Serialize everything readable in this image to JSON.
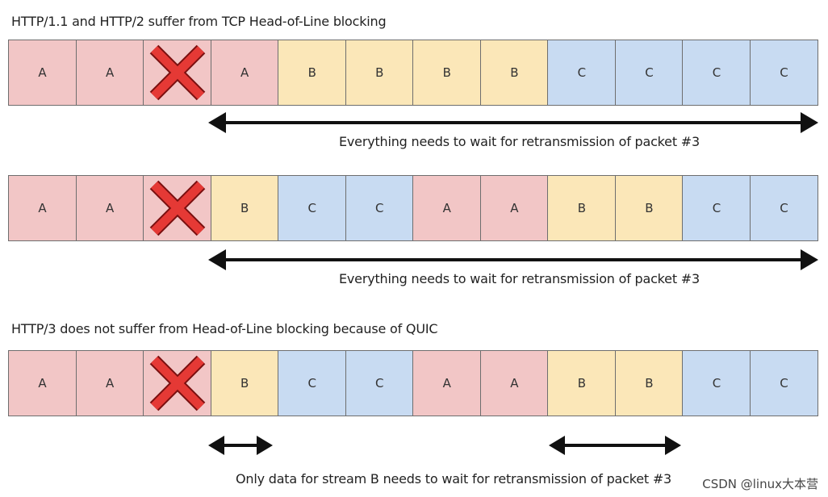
{
  "colors": {
    "A": "#f2c6c6",
    "B": "#fbe7b8",
    "C": "#c8dbf2",
    "lost": "#e53935",
    "arrow": "#111111"
  },
  "sections": [
    {
      "heading": "HTTP/1.1 and HTTP/2 suffer from TCP Head-of-Line blocking",
      "packets": [
        "A",
        "A",
        "X",
        "A",
        "B",
        "B",
        "B",
        "B",
        "C",
        "C",
        "C",
        "C"
      ],
      "caption": "Everything needs to wait for retransmission of packet #3"
    },
    {
      "heading": "",
      "packets": [
        "A",
        "A",
        "X",
        "B",
        "C",
        "C",
        "A",
        "A",
        "B",
        "B",
        "C",
        "C"
      ],
      "caption": "Everything needs to wait for retransmission of packet #3"
    },
    {
      "heading": "HTTP/3 does not suffer from Head-of-Line blocking because of QUIC",
      "packets": [
        "A",
        "A",
        "X",
        "B",
        "C",
        "C",
        "A",
        "A",
        "B",
        "B",
        "C",
        "C"
      ],
      "caption": "Only data for stream B needs to wait for retransmission of packet #3"
    }
  ],
  "watermark": "CSDN @linux大本营"
}
